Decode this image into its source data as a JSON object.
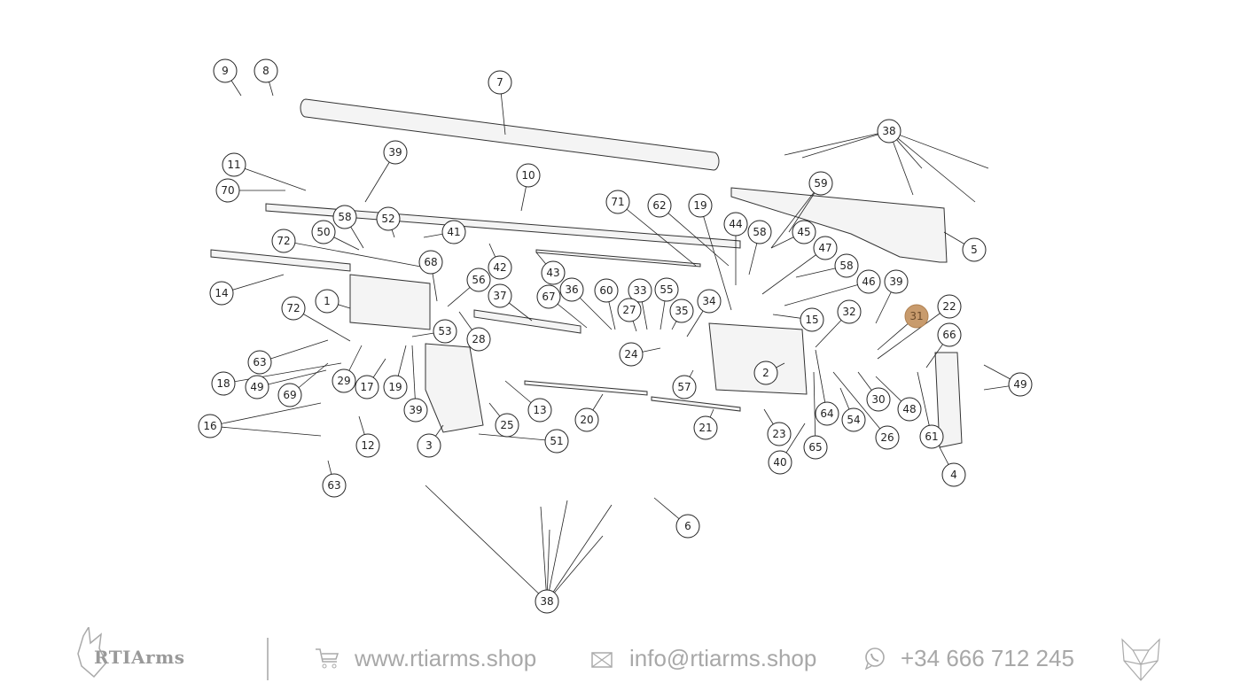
{
  "diagram": {
    "callouts": [
      "9",
      "8",
      "7",
      "38",
      "11",
      "39",
      "10",
      "70",
      "59",
      "71",
      "62",
      "19",
      "58",
      "52",
      "41",
      "44",
      "58",
      "45",
      "5",
      "50",
      "72",
      "47",
      "42",
      "68",
      "43",
      "58",
      "14",
      "56",
      "37",
      "67",
      "36",
      "60",
      "33",
      "55",
      "27",
      "35",
      "34",
      "46",
      "39",
      "1",
      "72",
      "15",
      "32",
      "22",
      "31",
      "53",
      "28",
      "66",
      "63",
      "18",
      "49",
      "29",
      "17",
      "19",
      "69",
      "24",
      "2",
      "57",
      "49",
      "30",
      "13",
      "39",
      "64",
      "54",
      "48",
      "20",
      "16",
      "12",
      "25",
      "21",
      "23",
      "26",
      "61",
      "3",
      "51",
      "65",
      "40",
      "4",
      "63",
      "6",
      "38"
    ],
    "highlighted": "31",
    "highlight_color": "#c89b6d"
  },
  "footer": {
    "brand": "RTIArms",
    "website": "www.rtiarms.shop",
    "email": "info@rtiarms.shop",
    "phone": "+34 666 712 245"
  }
}
